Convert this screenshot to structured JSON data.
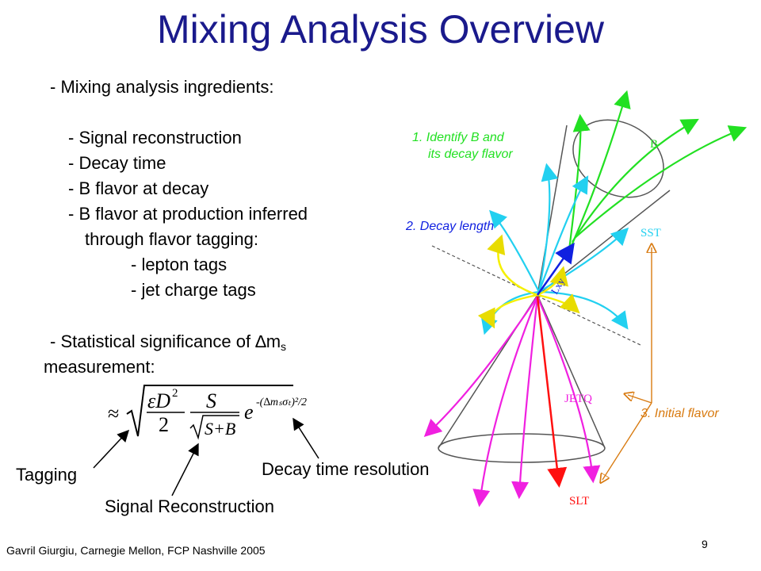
{
  "slide": {
    "title": "Mixing Analysis Overview",
    "page_number": "9",
    "footer": "Gavril Giurgiu, Carnegie Mellon, FCP Nashville 2005"
  },
  "bullets": {
    "ingredients_heading": "- Mixing analysis ingredients:",
    "items": [
      "- Signal reconstruction",
      "- Decay time",
      "- B flavor at decay",
      "- B flavor at production inferred",
      "through flavor tagging:",
      "- lepton tags",
      "- jet charge tags"
    ],
    "significance_line1": "- Statistical significance of ",
    "significance_delta": "∆m",
    "significance_sub": "s",
    "significance_line2": "measurement:"
  },
  "formula": {
    "approx": "≈",
    "eps_d": "εD",
    "sq": "2",
    "den2": "2",
    "S": "S",
    "SpB": "S+B",
    "e": "e",
    "exponent": "-(∆mₛσₜ)²/2"
  },
  "labels": {
    "tagging": "Tagging",
    "signal_reconstruction": "Signal Reconstruction",
    "decay_time_resolution": "Decay time resolution"
  },
  "diagram": {
    "step1_line1": "1.  Identify B and",
    "step1_line2": "its decay flavor",
    "step2": "2.  Decay length",
    "step3": "3.  Initial flavor",
    "B": "B",
    "SST": "SST",
    "Lxy": "Lxy",
    "JETQ": "JETQ",
    "SLT": "SLT",
    "colors": {
      "green": "#22e022",
      "cyan": "#22d0f0",
      "yellow": "#f5f000",
      "magenta": "#f020e0",
      "red": "#ff1010",
      "blue": "#1020e0",
      "orange": "#d87a10"
    }
  }
}
